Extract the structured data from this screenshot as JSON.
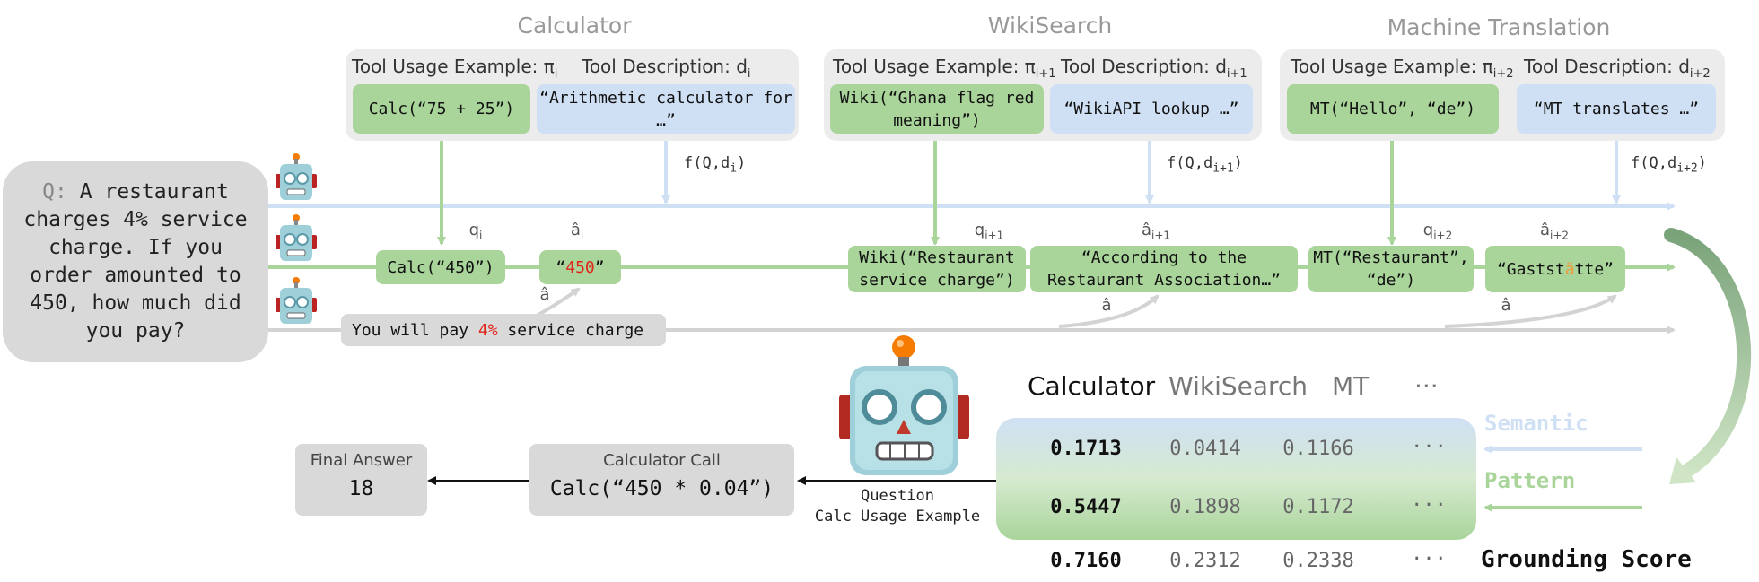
{
  "tools": [
    {
      "title": "Calculator",
      "example_label": "Tool Usage Example: π",
      "example_sub": "i",
      "desc_label": "Tool Description: d",
      "desc_sub": "i",
      "example": "Calc(“75 + 25”)",
      "description": "“Arithmetic calculator for …”"
    },
    {
      "title": "WikiSearch",
      "example_label": "Tool Usage Example: π",
      "example_sub": "i+1",
      "desc_label": "Tool Description: d",
      "desc_sub": "i+1",
      "example": "Wiki(“Ghana flag red meaning”)",
      "description": "“WikiAPI lookup …”"
    },
    {
      "title": "Machine Translation",
      "example_label": "Tool Usage Example: π",
      "example_sub": "i+2",
      "desc_label": "Tool Description: d",
      "desc_sub": "i+2",
      "example": "MT(“Hello”, “de”)",
      "description": "“MT translates …”"
    }
  ],
  "f_labels": [
    {
      "text": "f(Q,d",
      "sub": "i",
      "close": ")"
    },
    {
      "text": "f(Q,d",
      "sub": "i+1",
      "close": ")"
    },
    {
      "text": "f(Q,d",
      "sub": "i+2",
      "close": ")"
    }
  ],
  "question": {
    "prefix": "Q:",
    "text": "A restaurant charges 4% service charge. If you order amounted to 450, how much did you pay?"
  },
  "pattern_row": {
    "calls": [
      {
        "q_label": "q",
        "q_sub": "i",
        "call": "Calc(“450”)"
      },
      {
        "q_label": "q",
        "q_sub": "i+1",
        "call": "Wiki(“Restaurant service charge”)"
      },
      {
        "q_label": "q",
        "q_sub": "i+2",
        "call": "MT(“Restaurant”, “de”)"
      }
    ],
    "answers": [
      {
        "a_label": "â",
        "a_sub": "i",
        "pre": "“",
        "highlight": "450",
        "post": "”"
      },
      {
        "a_label": "â",
        "a_sub": "i+1",
        "pre": "“According to the Restaurant Association…”",
        "highlight": "",
        "post": ""
      },
      {
        "a_label": "â",
        "a_sub": "i+2",
        "pre": "“Gastst",
        "highlight": "ä",
        "post": "tte”"
      }
    ]
  },
  "plain_row": {
    "pre": "You will pay ",
    "highlight": "4%",
    "post": " service charge",
    "a_hat": "â"
  },
  "scores": {
    "columns": [
      "Calculator",
      "WikiSearch",
      "MT",
      "···"
    ],
    "rows": [
      {
        "label": "Semantic",
        "values": [
          "0.1713",
          "0.0414",
          "0.1166",
          "···"
        ]
      },
      {
        "label": "Pattern",
        "values": [
          "0.5447",
          "0.1898",
          "0.1172",
          "···"
        ]
      },
      {
        "label": "Grounding Score",
        "values": [
          "0.7160",
          "0.2312",
          "0.2338",
          "···"
        ]
      }
    ]
  },
  "call_box": {
    "title": "Calculator Call",
    "code": "Calc(“450 * 0.04”)"
  },
  "call_arrow_label": {
    "line1": "Question",
    "line2": "Calc Usage Example"
  },
  "final": {
    "title": "Final Answer",
    "value": "18"
  },
  "colors": {
    "green": "#a9d49a",
    "blue": "#cfe0f4",
    "grey": "#d9d9d9",
    "green_line": "#a9d49a",
    "blue_line": "#cfe0f4",
    "grey_line": "#d3d3d3"
  }
}
